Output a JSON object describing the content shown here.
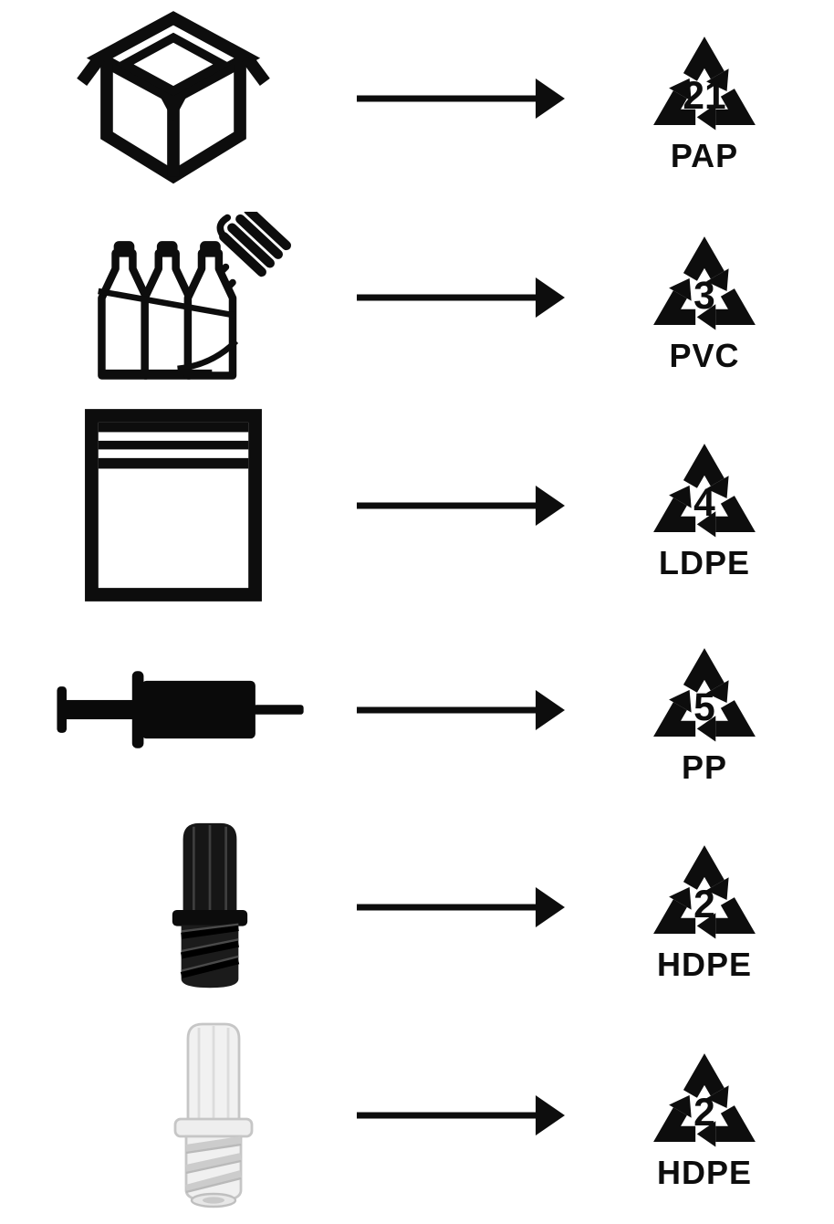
{
  "colors": {
    "ink": "#0d0d0d",
    "background": "#ffffff",
    "cap_black": "#161616",
    "cap_white": "#f1f1f1"
  },
  "rows": [
    {
      "item": "cardboard-box",
      "item_icon": "cardboard-box-icon",
      "arrow_icon": "right-arrow-icon",
      "recycling_number": "21",
      "material_code": "PAP"
    },
    {
      "item": "shrink-wrapped-bottles",
      "item_icon": "shrink-wrapped-bottles-icon",
      "arrow_icon": "right-arrow-icon",
      "recycling_number": "3",
      "material_code": "PVC"
    },
    {
      "item": "ziplock-bag",
      "item_icon": "ziplock-bag-icon",
      "arrow_icon": "right-arrow-icon",
      "recycling_number": "4",
      "material_code": "LDPE"
    },
    {
      "item": "syringe",
      "item_icon": "syringe-icon",
      "arrow_icon": "right-arrow-icon",
      "recycling_number": "5",
      "material_code": "PP"
    },
    {
      "item": "black-screw-cap",
      "item_icon": "black-screw-cap-icon",
      "arrow_icon": "right-arrow-icon",
      "recycling_number": "2",
      "material_code": "HDPE"
    },
    {
      "item": "white-screw-cap",
      "item_icon": "white-screw-cap-icon",
      "arrow_icon": "right-arrow-icon",
      "recycling_number": "2",
      "material_code": "HDPE"
    }
  ]
}
